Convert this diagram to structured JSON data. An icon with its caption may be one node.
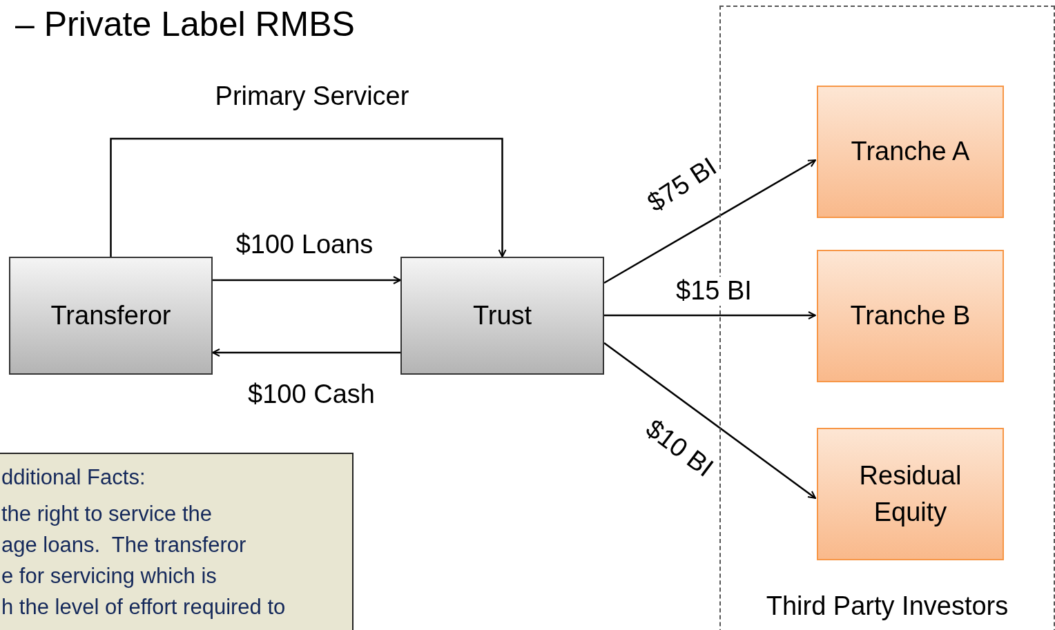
{
  "diagram": {
    "title": "– Private Label RMBS",
    "nodes": [
      {
        "text": [
          "Transferor"
        ]
      },
      {
        "text": [
          "Trust"
        ]
      },
      {
        "text": [
          "Third Party Investors"
        ]
      },
      {
        "text": [
          "Tranche A"
        ],
        "in": 2
      },
      {
        "text": [
          "Tranche B"
        ],
        "in": 2
      },
      {
        "text": [
          "Residual Equity"
        ],
        "in": 2
      },
      {
        "text": [
          "dditional Facts:",
          "the right to service the",
          "age loans.  The transferor",
          "e for servicing which is",
          "h the level of effort required to"
        ]
      }
    ],
    "edges": [
      {
        "from": 0,
        "to": 1,
        "arrow": "to",
        "label": "Primary Servicer"
      },
      {
        "from": 0,
        "to": 1,
        "arrow": "to",
        "label": "$100 Loans"
      },
      {
        "from": 1,
        "to": 0,
        "arrow": "to",
        "label": "$100 Cash"
      },
      {
        "from": 1,
        "to": 3,
        "arrow": "to",
        "label": "$75 BI"
      },
      {
        "from": 1,
        "to": 4,
        "arrow": "to",
        "label": "$15 BI"
      },
      {
        "from": 1,
        "to": 5,
        "arrow": "to",
        "label": "$10 BI"
      }
    ]
  }
}
